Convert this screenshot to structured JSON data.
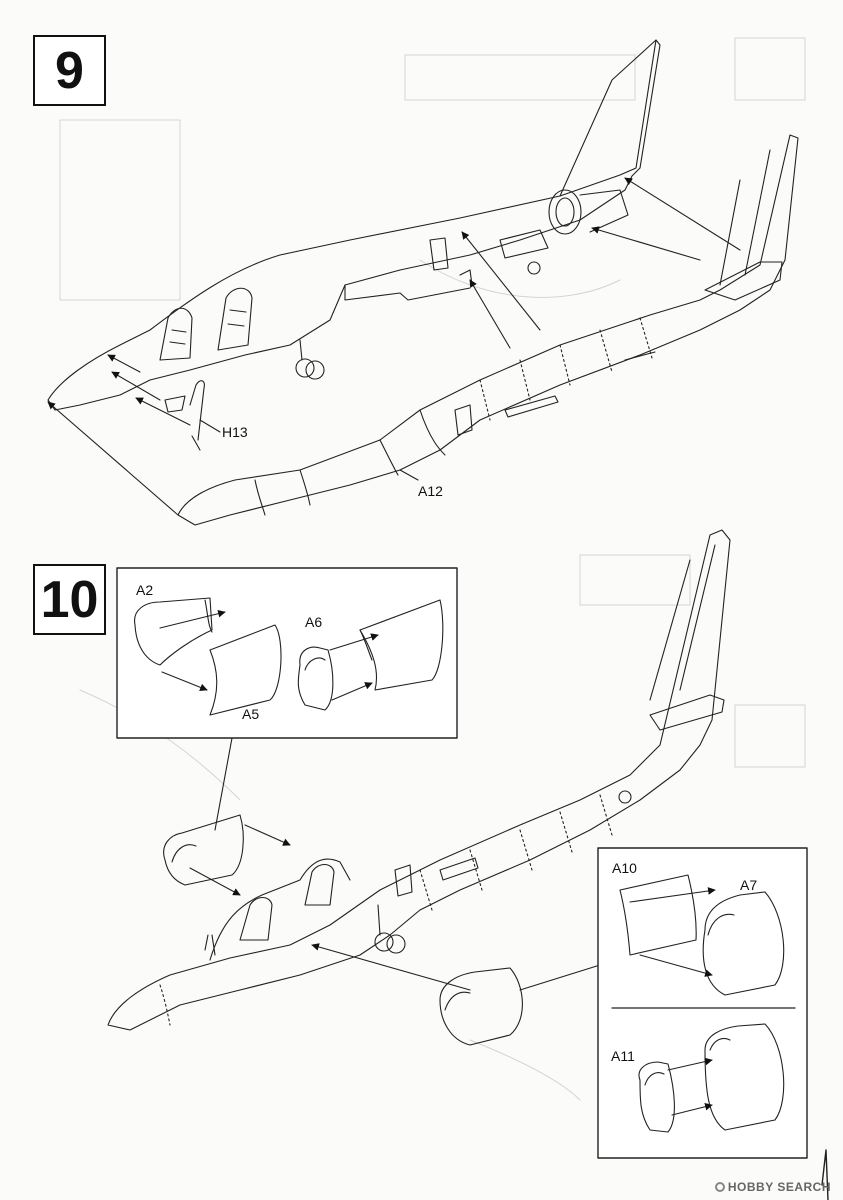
{
  "steps": {
    "step9": "9",
    "step10": "10"
  },
  "parts": {
    "h13": "H13",
    "a12": "A12",
    "a2": "A2",
    "a5": "A5",
    "a6": "A6",
    "a10": "A10",
    "a7": "A7",
    "a11": "A11"
  },
  "watermark": "HOBBY SEARCH"
}
